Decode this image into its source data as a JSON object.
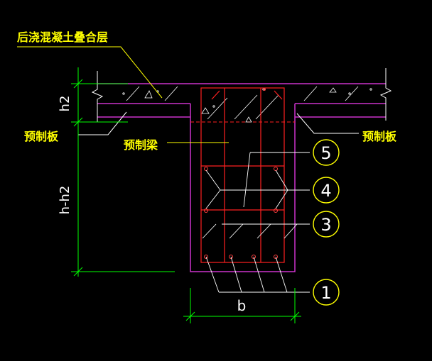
{
  "labels": {
    "topping_layer": "后浇混凝土叠合层",
    "precast_slab_left": "预制板",
    "precast_slab_right": "预制板",
    "precast_beam": "预制梁"
  },
  "dimensions": {
    "h2": "h2",
    "h_minus_h2": "h-h2",
    "b": "b"
  },
  "callouts": {
    "c1": "1",
    "c3": "3",
    "c4": "4",
    "c5": "5"
  },
  "colors": {
    "background": "#000000",
    "label": "#ffff00",
    "outline": "#cc33cc",
    "rebar": "#ff2020",
    "dimension": "#00ff00",
    "hatch": "#ffffff",
    "callout": "#ffffff"
  }
}
